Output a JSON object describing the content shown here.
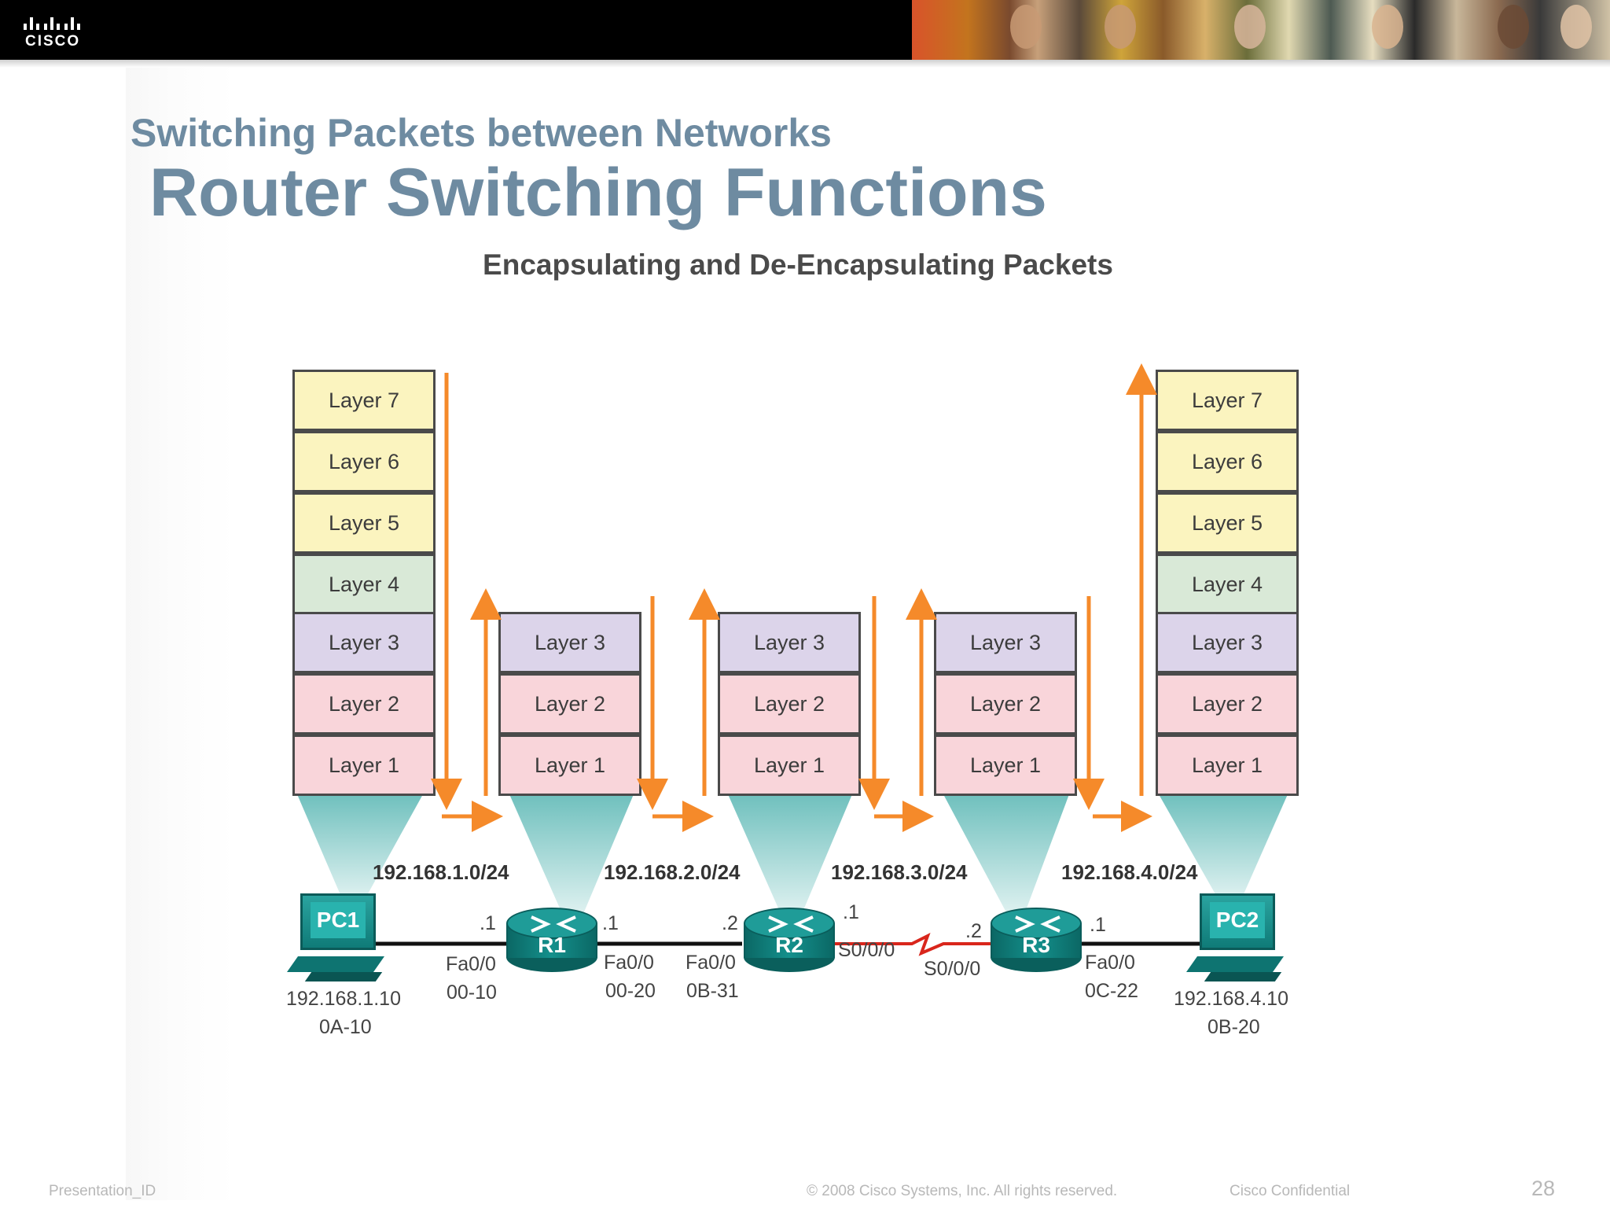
{
  "header": {
    "logo_text": "CISCO"
  },
  "slide": {
    "subtitle": "Switching Packets between Networks",
    "title": "Router Switching Functions",
    "diagram_title": "Encapsulating and De-Encapsulating Packets"
  },
  "stacks": {
    "pc1": [
      "Layer 7",
      "Layer 6",
      "Layer 5",
      "Layer 4",
      "Layer 3",
      "Layer 2",
      "Layer 1"
    ],
    "r1": [
      "Layer 3",
      "Layer 2",
      "Layer 1"
    ],
    "r2": [
      "Layer 3",
      "Layer 2",
      "Layer 1"
    ],
    "r3": [
      "Layer 3",
      "Layer 2",
      "Layer 1"
    ],
    "pc2": [
      "Layer 7",
      "Layer 6",
      "Layer 5",
      "Layer 4",
      "Layer 3",
      "Layer 2",
      "Layer 1"
    ]
  },
  "networks": [
    "192.168.1.0/24",
    "192.168.2.0/24",
    "192.168.3.0/24",
    "192.168.4.0/24"
  ],
  "devices": {
    "pc1": {
      "name": "PC1",
      "ip": "192.168.1.10",
      "mac": "0A-10"
    },
    "r1": {
      "name": "R1",
      "left_iface": "Fa0/0",
      "left_mac": "00-10",
      "left_host": ".1",
      "right_iface": "Fa0/0",
      "right_mac": "00-20",
      "right_host": ".1"
    },
    "r2": {
      "name": "R2",
      "left_iface": "Fa0/0",
      "left_mac": "0B-31",
      "left_host": ".2",
      "right_iface": "S0/0/0",
      "right_host": ".1"
    },
    "r3": {
      "name": "R3",
      "left_iface": "S0/0/0",
      "left_host": ".2",
      "right_iface": "Fa0/0",
      "right_mac": "0C-22",
      "right_host": ".1"
    },
    "pc2": {
      "name": "PC2",
      "ip": "192.168.4.10",
      "mac": "0B-20"
    }
  },
  "footer": {
    "presentation_id": "Presentation_ID",
    "copyright": "© 2008 Cisco Systems, Inc. All rights reserved.",
    "confidential": "Cisco Confidential",
    "page": "28"
  },
  "colors": {
    "title": "#6e8ba1",
    "arrow": "#f58a2a",
    "device": "#14908c",
    "serial_link": "#d9261c"
  }
}
